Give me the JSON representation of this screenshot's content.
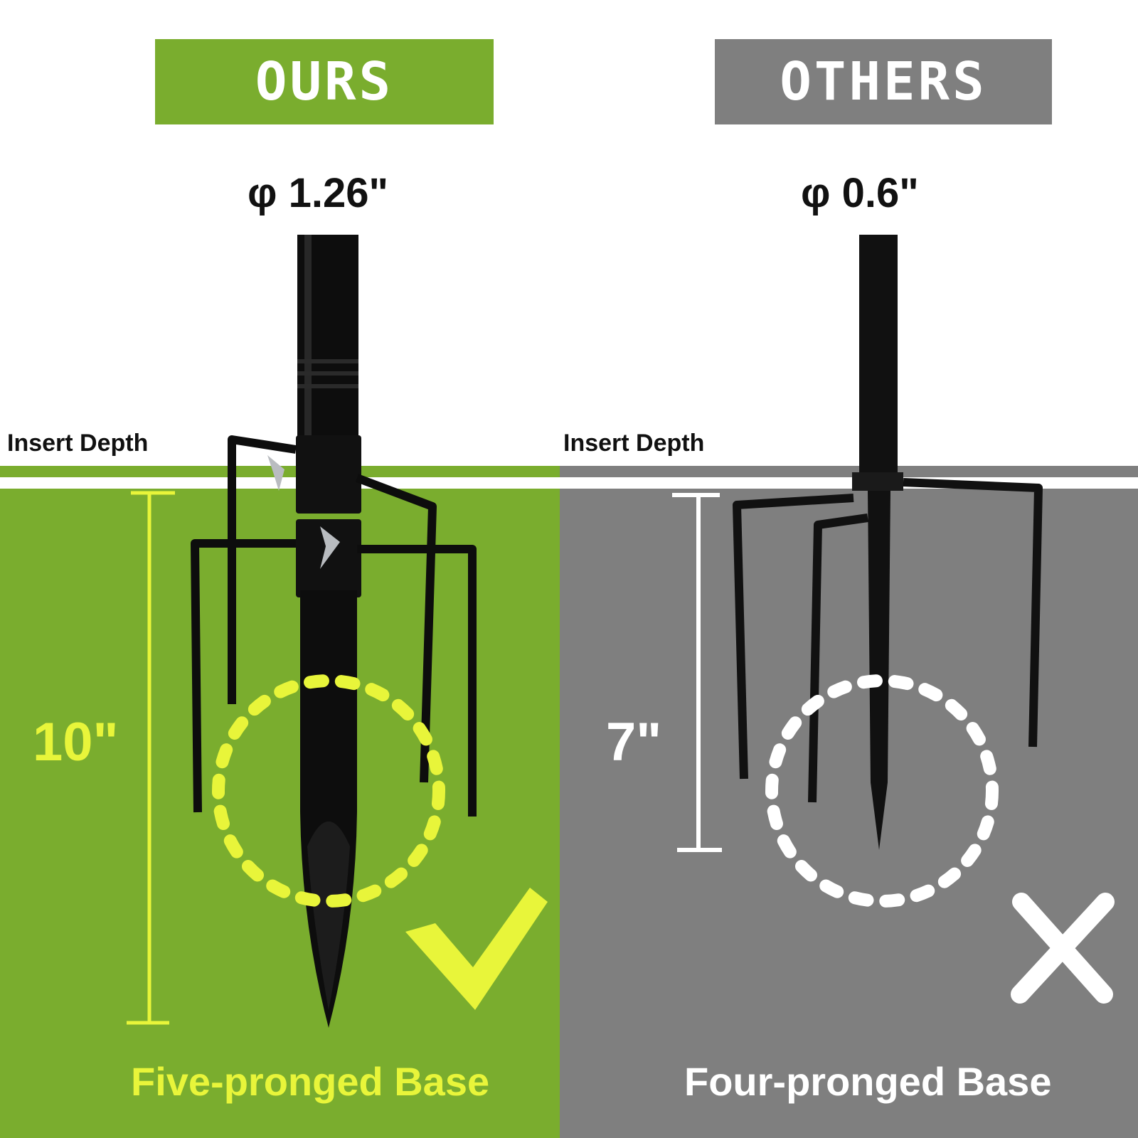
{
  "ours": {
    "header": "OURS",
    "diameter": "φ 1.26\"",
    "insert_label": "Insert Depth",
    "depth": "10\"",
    "base": "Five-pronged Base",
    "verdict": "check"
  },
  "others": {
    "header": "OTHERS",
    "diameter": "φ 0.6\"",
    "insert_label": "Insert Depth",
    "depth": "7\"",
    "base": "Four-pronged Base",
    "verdict": "cross"
  },
  "colors": {
    "green": "#7aad2e",
    "gray": "#7f7f7f",
    "yellow": "#e8f53a",
    "white": "#ffffff",
    "black": "#0d0d0d"
  },
  "icons": {
    "ours_mark": "checkmark-icon",
    "others_mark": "cross-icon"
  }
}
